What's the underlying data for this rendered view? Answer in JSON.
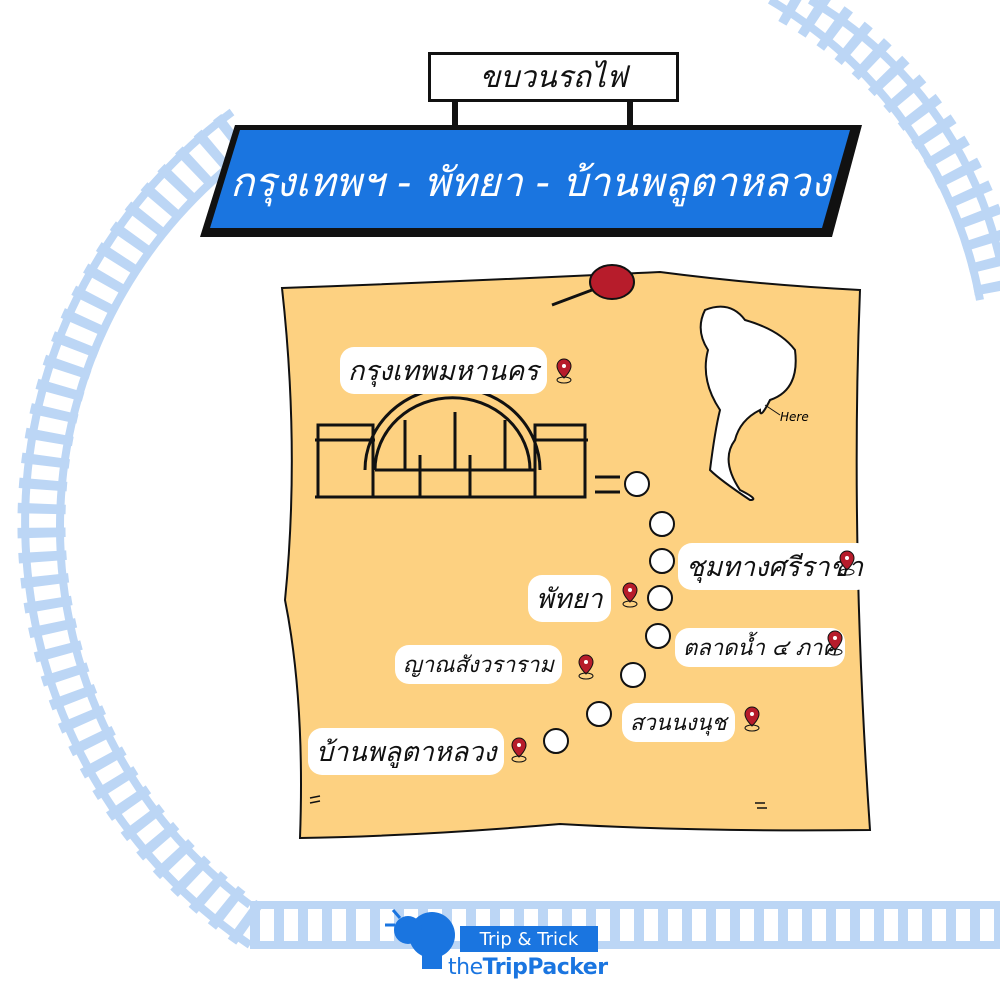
{
  "header": {
    "sign": "ขบวนรถไฟ",
    "route": "กรุงเทพฯ - พัทยา - บ้านพลูตาหลวง"
  },
  "stations": [
    {
      "name": "กรุงเทพมหานคร"
    },
    {
      "name": "ชุมทางศรีราชา"
    },
    {
      "name": "พัทยา"
    },
    {
      "name": "ตลาดน้ำ ๔ ภาค"
    },
    {
      "name": "ญาณสังวราราม"
    },
    {
      "name": "สวนนงนุช"
    },
    {
      "name": "บ้านพลูตาหลวง"
    }
  ],
  "map": {
    "here_label": "Here"
  },
  "logo": {
    "badge": "Trip & Trick",
    "brand_prefix": "the",
    "brand_main": "TripPacker"
  },
  "colors": {
    "banner": "#1a75e0",
    "paper": "#fdd181",
    "track": "#bcd6f5",
    "pin": "#b71c2b"
  }
}
